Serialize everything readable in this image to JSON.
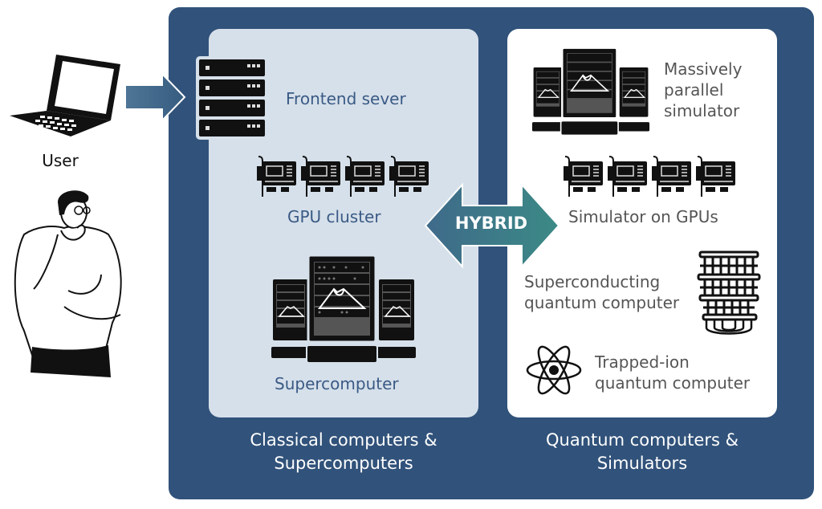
{
  "user": {
    "label": "User"
  },
  "classical": {
    "frontend_label": "Frontend sever",
    "gpu_label": "GPU cluster",
    "super_label": "Supercomputer",
    "footer_line1": "Classical computers &",
    "footer_line2": "Supercomputers"
  },
  "hybrid": {
    "label": "HYBRID"
  },
  "quantum": {
    "mps_line1": "Massively",
    "mps_line2": "parallel",
    "mps_line3": "simulator",
    "gpu_sim_label": "Simulator on GPUs",
    "sc_line1": "Superconducting",
    "sc_line2": "quantum computer",
    "ion_line1": "Trapped-ion",
    "ion_line2": "quantum computer",
    "footer_line1": "Quantum computers &",
    "footer_line2": "Simulators"
  },
  "colors": {
    "outer_panel": "#31527a",
    "classical_panel": "#d6e0ea",
    "quantum_panel": "#ffffff",
    "arrow_start": "#3f6a8a",
    "arrow_end": "#3b8a86"
  }
}
